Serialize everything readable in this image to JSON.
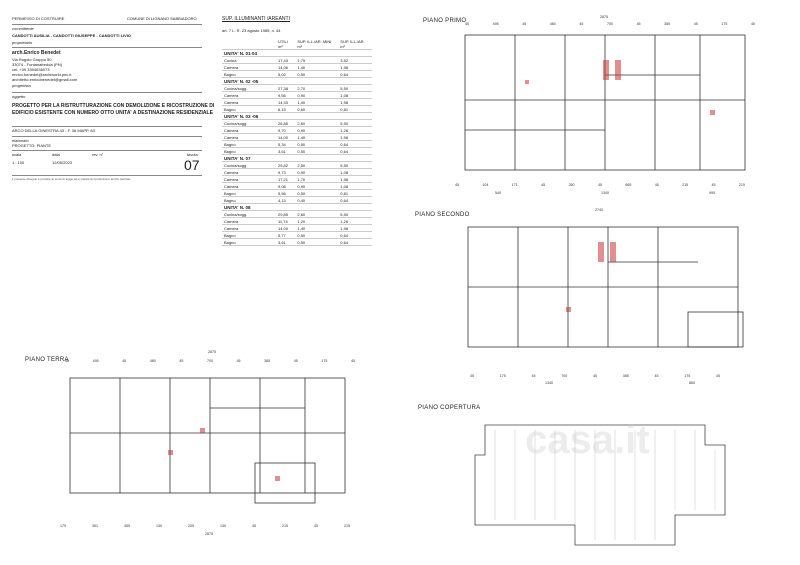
{
  "title_block": {
    "permit": "PERMESSO DI COSTRUIRE",
    "commune": "COMUNE DI LIGNANO SABBIADORO",
    "committente_label": "committente",
    "owners": "CANDOTTI AUSILIA - CANDOTTI GIUSEPPE - CANDOTTI LIVIO",
    "proprietario_label": "proprietario",
    "architect": "arch.Enrico Benedet",
    "address1": "Via Rugolo Groppo 50",
    "address2": "33074 - Fontanafredda (PN)",
    "phone": "cel. +39 3394636073",
    "email": "enrico.benedet@archiworld.pec.it",
    "email2": "architetto.enricobenedet@gmail.com",
    "progettista_label": "progettista",
    "oggetto_label": "oggetto",
    "project_line1": "PROGETTO PER LA RISTRUTTURAZIONE CON DEMOLIZIONE E RICOSTRUZIONE DI",
    "project_line2": "EDIFICIO ESISTENTE CON NUMERO OTTO UNITA' A DESTINAZIONE RESIDENZIALE",
    "site": "ARCO DELLA GINESTRA 43 - F. 36 MAPP. 83",
    "elaborato_label": "elaborato",
    "elaborato": "PROGETTO: PIANTE",
    "scala_label": "scala",
    "data_label": "data",
    "rev_label": "rev. n°",
    "tav_label": "tavola",
    "scala": "1 : 100",
    "data": "12/05/2023",
    "tav_number": "07",
    "disclaimer": "il presente disegno è protetto ai sensi di legge ed è vietata la riproduzione anche parziale"
  },
  "areas_table": {
    "title": "SUP. ILLUMINANTI /AREANTI",
    "law": "art. 7 L. R. 23 agosto 1985, n. 44",
    "headers": [
      "UTILI m²",
      "SUP. ILL./AR. MINI m²",
      "SUP. ILL./AR. m²"
    ],
    "units": [
      {
        "name": "UNITA' N. 01-04",
        "rows": [
          [
            "Cucina",
            "17,43",
            "1,75",
            "3,52"
          ],
          [
            "Camera",
            "14,06",
            "1,40",
            "1,98"
          ],
          [
            "Bagno",
            "5,02",
            "0,50",
            "0,64"
          ]
        ]
      },
      {
        "name": "UNITA' N. 02 -05",
        "rows": [
          [
            "Cucina/sogg.",
            "27,38",
            "2,70",
            "5,50"
          ],
          [
            "Camera",
            "9,56",
            "0,90",
            "1,08"
          ],
          [
            "Camera",
            "14,33",
            "1,40",
            "1,98"
          ],
          [
            "Bagno",
            "6,15",
            "0,60",
            "0,81"
          ]
        ]
      },
      {
        "name": "UNITA' N. 03 -06",
        "rows": [
          [
            "Cucina/sogg.",
            "26,85",
            "2,60",
            "5,50"
          ],
          [
            "Camera",
            "9,70",
            "0,90",
            "1,26"
          ],
          [
            "Camera",
            "14,00",
            "1,40",
            "1,98"
          ],
          [
            "Bagno",
            "5,34",
            "0,50",
            "0,64"
          ],
          [
            "Bagno",
            "3,61",
            "0,50",
            "0,64"
          ]
        ]
      },
      {
        "name": "UNITA' N. 07",
        "rows": [
          [
            "Cucina/sogg.",
            "25,82",
            "2,50",
            "5,50"
          ],
          [
            "Camera",
            "9,73",
            "0,90",
            "1,08"
          ],
          [
            "Camera",
            "17,21",
            "1,70",
            "1,98"
          ],
          [
            "Camera",
            "9,06",
            "0,90",
            "1,08"
          ],
          [
            "Bagno",
            "5,56",
            "0,50",
            "0,81"
          ],
          [
            "Bagno",
            "4,13",
            "0,40",
            "0,64"
          ]
        ]
      },
      {
        "name": "UNITA' N. 08",
        "rows": [
          [
            "Cucina/sogg.",
            "29,85",
            "2,60",
            "5,50"
          ],
          [
            "Camera",
            "11,74",
            "1,20",
            "1,26"
          ],
          [
            "Camera",
            "14,00",
            "1,40",
            "1,98"
          ],
          [
            "Bagno",
            "5,77",
            "0,50",
            "0,64"
          ],
          [
            "Bagno",
            "3,61",
            "0,50",
            "0,64"
          ]
        ]
      }
    ]
  },
  "plans": {
    "primo": "PIANO PRIMO",
    "secondo": "PIANO SECONDO",
    "terra": "PIANO TERRA",
    "copertura": "PIANO COPERTURA"
  },
  "dims": {
    "primo_top_total": "2875",
    "primo_top": [
      "45",
      "495",
      "45",
      "480",
      "45",
      "700",
      "45",
      "385",
      "45",
      "175",
      "45"
    ],
    "primo_bottom": [
      "45",
      "104",
      "171",
      "45",
      "250",
      "45",
      "665",
      "45",
      "215",
      "45",
      "215"
    ],
    "primo_bottom2": [
      "540",
      "1340",
      "995"
    ],
    "secondo_top_total": "2740",
    "secondo_bottom": [
      "45",
      "175",
      "45",
      "700",
      "45",
      "385",
      "45",
      "175",
      "45"
    ],
    "secondo_bottom2": [
      "1340",
      "860"
    ],
    "terra_top_total": "2875",
    "terra_top": [
      "45",
      "495",
      "45",
      "480",
      "45",
      "700",
      "45",
      "385",
      "45",
      "175",
      "45"
    ],
    "terra_bottom": [
      "179",
      "361",
      "455",
      "130",
      "205",
      "130",
      "45",
      "215",
      "45",
      "215"
    ],
    "terra_bottom_total": "2875"
  },
  "watermark": "casa.it"
}
